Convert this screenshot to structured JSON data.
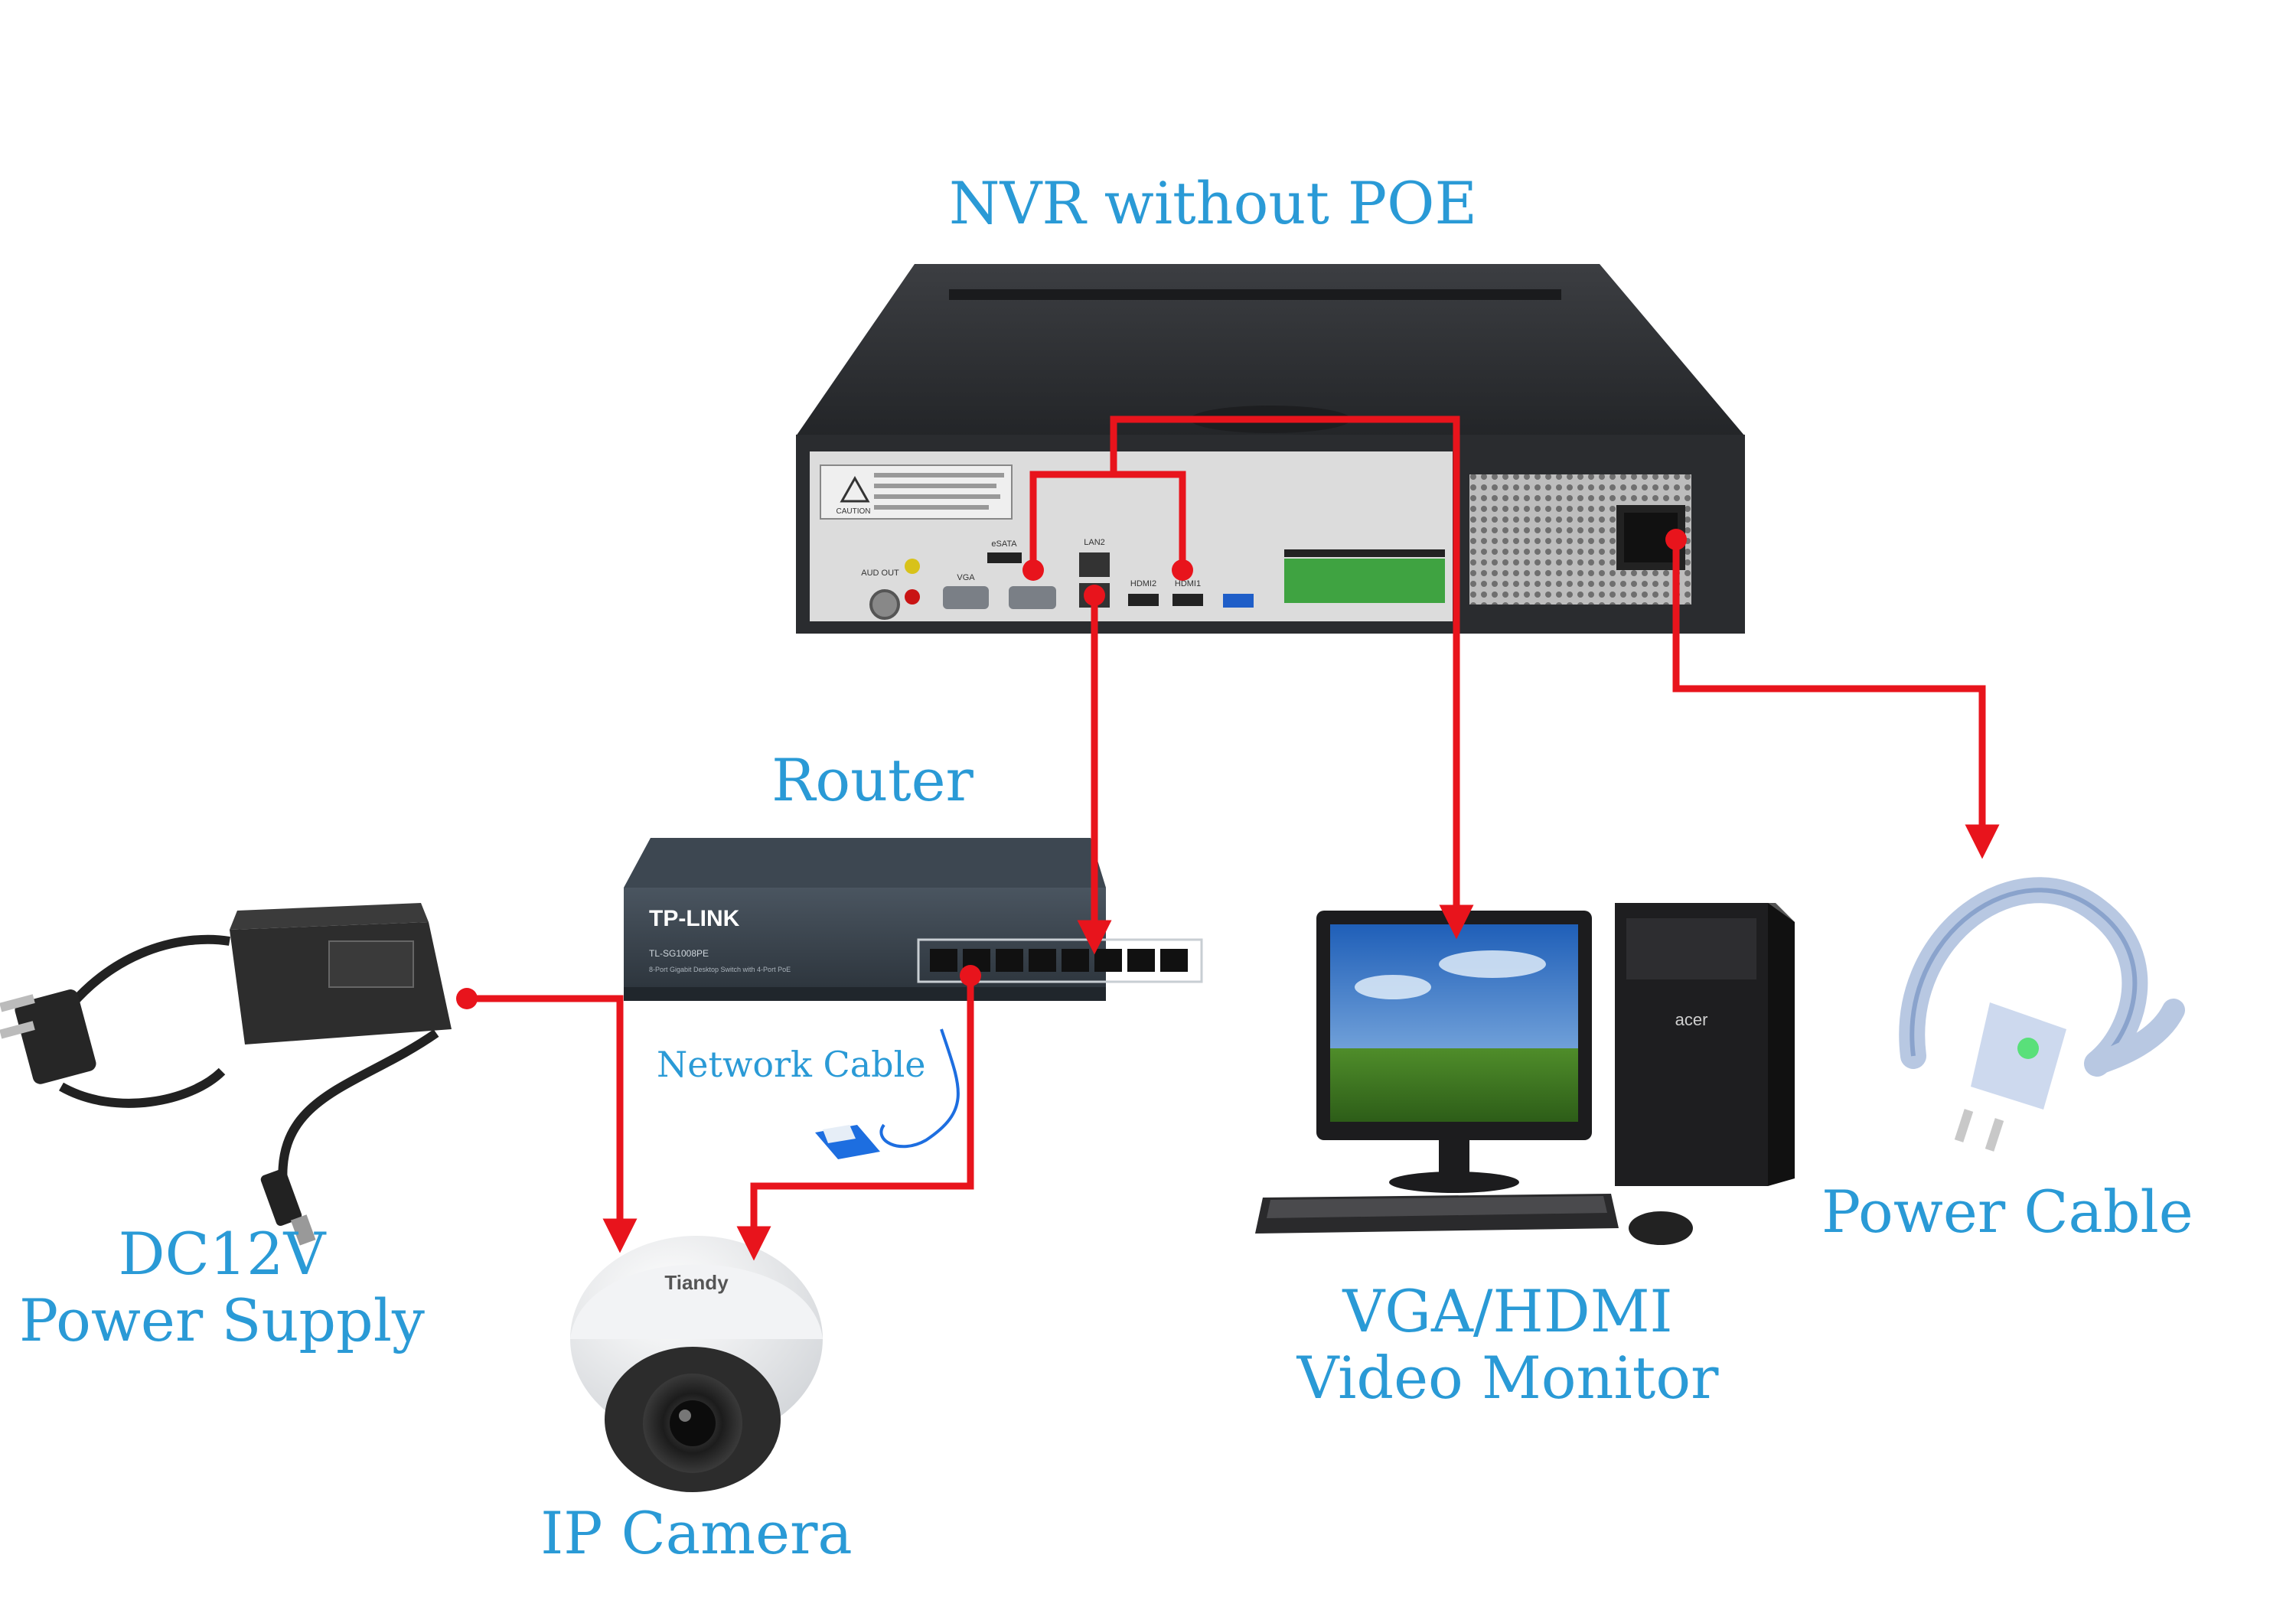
{
  "labels": {
    "nvr": "NVR without POE",
    "router": "Router",
    "network_cable": "Network Cable",
    "dc_power_line1": "DC12V",
    "dc_power_line2": "Power Supply",
    "ip_camera": "IP Camera",
    "monitor_line1": "VGA/HDMI",
    "monitor_line2": "Video Monitor",
    "power_cable": "Power Cable"
  },
  "device_text": {
    "router_brand": "TP-LINK",
    "router_model": "TL-SG1008PE",
    "router_desc": "8-Port Gigabit Desktop Switch with 4-Port PoE",
    "camera_brand": "Tiandy",
    "pc_brand": "acer",
    "nvr_warning": "CAUTION",
    "nvr_port_vga": "VGA",
    "nvr_port_lan": "LAN2",
    "nvr_port_hdmi2": "HDMI2",
    "nvr_port_hdmi1": "HDMI1",
    "nvr_port_esata": "eSATA",
    "nvr_port_audio": "AUD OUT"
  },
  "colors": {
    "label_text": "#2a9ad6",
    "connection_line": "#e8141c",
    "device_dark": "#2b2d31",
    "device_panel": "#d8d8d8"
  }
}
